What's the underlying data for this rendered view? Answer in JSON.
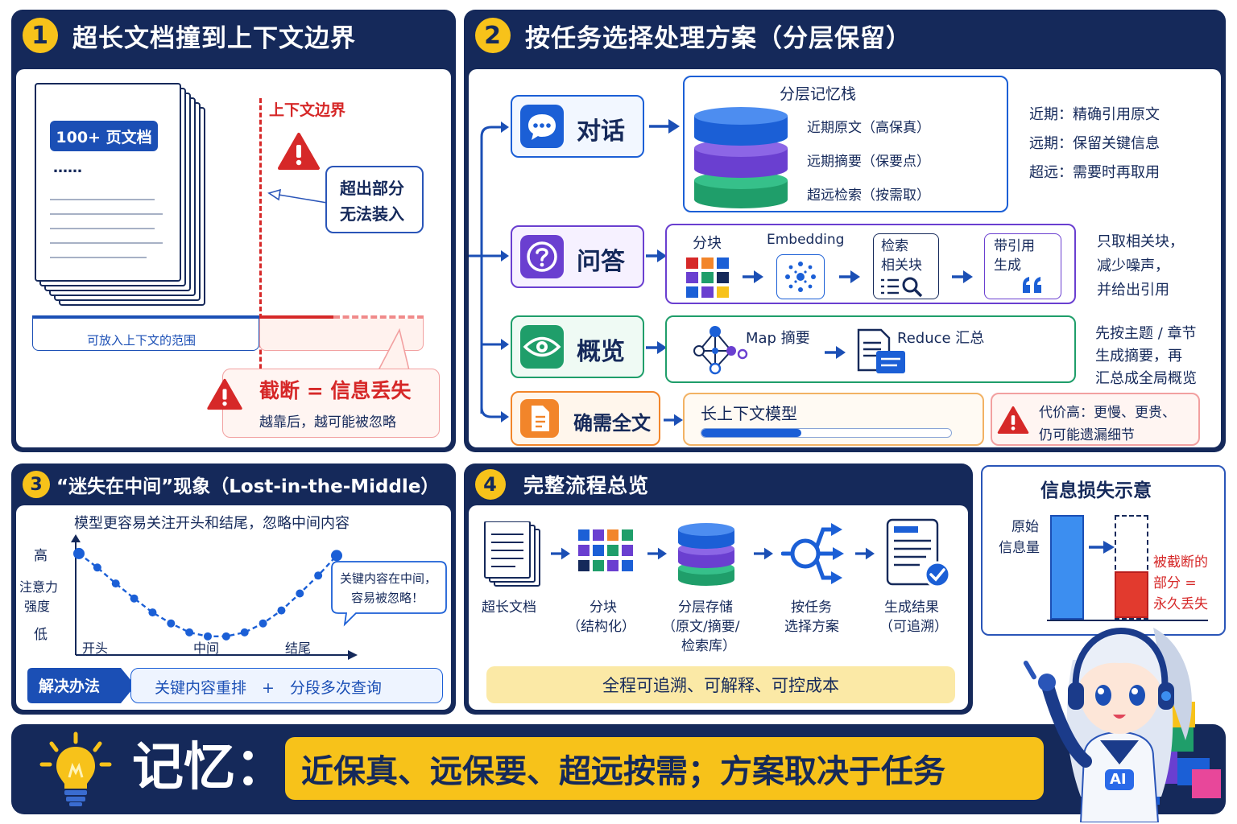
{
  "panel1": {
    "num": "1",
    "title": "超长文档撞到上下文边界",
    "doc_label": "100+ 页文档",
    "doc_dots": "……",
    "boundary_label": "上下文边界",
    "overflow_text": [
      "超出部分",
      "无法装入"
    ],
    "range_label": "可放入上下文的范围",
    "truncate_title": "截断 = 信息丢失",
    "truncate_sub": "越靠后，越可能被忽略"
  },
  "panel2": {
    "num": "2",
    "title": "按任务选择处理方案（分层保留）",
    "dialog": {
      "label": "对话",
      "stack_title": "分层记忆栈",
      "layers": [
        "近期原文（高保真）",
        "远期摘要（保要点）",
        "超远检索（按需取）"
      ],
      "notes": [
        "近期：精确引用原文",
        "远期：保留关键信息",
        "超远：需要时再取用"
      ]
    },
    "qa": {
      "label": "问答",
      "steps": [
        "分块",
        "Embedding",
        "检索\n相关块",
        "带引用\n生成"
      ],
      "notes": [
        "只取相关块，",
        "减少噪声，",
        "并给出引用"
      ]
    },
    "overview": {
      "label": "概览",
      "map": "Map 摘要",
      "reduce": "Reduce 汇总",
      "notes": [
        "先按主题 / 章节",
        "生成摘要，再",
        "汇总成全局概览"
      ]
    },
    "fulltext": {
      "label": "确需全文",
      "model": "长上下文模型",
      "progress": 0.4,
      "cost": [
        "代价高：更慢、更贵、",
        "仍可能遗漏细节"
      ]
    }
  },
  "panel3": {
    "num": "3",
    "title": "“迷失在中间”现象（Lost-in-the-Middle）",
    "subtitle": "模型更容易关注开头和结尾，忽略中间内容",
    "y_high": "高",
    "y_label": [
      "注意力",
      "强度"
    ],
    "y_low": "低",
    "x_labels": [
      "开头",
      "中间",
      "结尾"
    ],
    "bubble": [
      "关键内容在中间，",
      "容易被忽略！"
    ],
    "solution_tag": "解决办法",
    "solution": "关键内容重排　+　分段多次查询"
  },
  "panel4": {
    "num": "4",
    "title": "完整流程总览",
    "steps": [
      {
        "l1": "超长文档",
        "l2": "",
        "l3": ""
      },
      {
        "l1": "分块",
        "l2": "（结构化）",
        "l3": ""
      },
      {
        "l1": "分层存储",
        "l2": "（原文/摘要/",
        "l3": "检索库）"
      },
      {
        "l1": "按任务",
        "l2": "选择方案",
        "l3": ""
      },
      {
        "l1": "生成结果",
        "l2": "（可追溯）",
        "l3": ""
      }
    ],
    "footer": "全程可追溯、可解释、可控成本"
  },
  "panel5": {
    "title": "信息损失示意",
    "left_label": [
      "原始",
      "信息量"
    ],
    "right_label": [
      "被截断的",
      "部分 =",
      "永久丢失"
    ],
    "kept_fraction": 0.45
  },
  "bottom": {
    "label": "记忆：",
    "text": "近保真、远保要、超远按需；方案取决于任务"
  },
  "mascot": {
    "badge": "AI"
  },
  "chart_data": {
    "type": "line",
    "title": "",
    "xlabel": "",
    "ylabel": "注意力强度",
    "x": [
      0,
      1,
      2,
      3,
      4,
      5,
      6,
      7,
      8,
      9,
      10,
      11,
      12,
      13,
      14
    ],
    "values": [
      0.92,
      0.78,
      0.62,
      0.47,
      0.33,
      0.22,
      0.13,
      0.09,
      0.09,
      0.13,
      0.22,
      0.35,
      0.52,
      0.7,
      0.9
    ],
    "ylim": [
      0,
      1
    ],
    "grid": false,
    "x_ticks": [
      "开头",
      "中间",
      "结尾"
    ],
    "y_ticks": [
      "低",
      "高"
    ]
  },
  "colors": {
    "navy": "#15295a",
    "yellow": "#f7c21a",
    "blue": "#1b5fd6",
    "purple": "#6a3fd0",
    "green": "#1f9e6a",
    "orange": "#f2852a",
    "red": "#d62828"
  }
}
